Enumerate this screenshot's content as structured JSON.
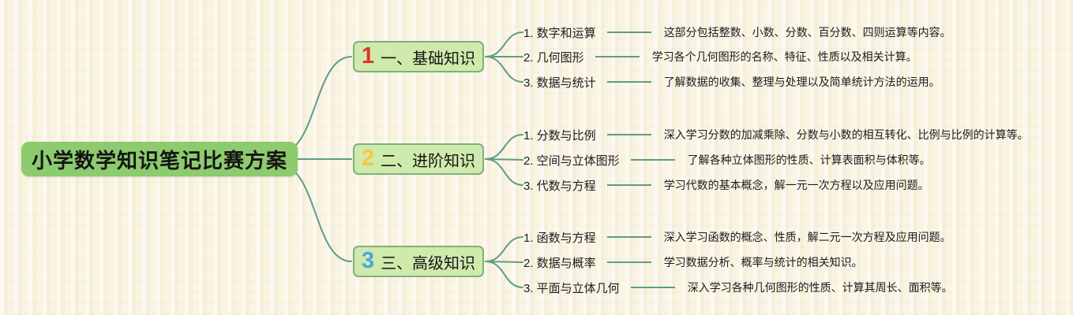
{
  "root": {
    "label": "小学数学知识笔记比赛方案"
  },
  "palette": {
    "background": "#faf4e3",
    "connector": "#5f9c86",
    "root_fill": "#8ccb6e",
    "branch_fill": "#cfeaad",
    "branch_border": "#7fb07b",
    "number_1": "#e0312e",
    "number_2": "#f7c73c",
    "number_3": "#45a7dd"
  },
  "branches": [
    {
      "number": "1",
      "title": "一、基础知识",
      "items": [
        {
          "label": "1. 数字和运算",
          "desc": "这部分包括整数、小数、分数、百分数、四则运算等内容。"
        },
        {
          "label": "2. 几何图形",
          "desc": "学习各个几何图形的名称、特征、性质以及相关计算。"
        },
        {
          "label": "3. 数据与统计",
          "desc": "了解数据的收集、整理与处理以及简单统计方法的运用。"
        }
      ]
    },
    {
      "number": "2",
      "title": "二、进阶知识",
      "items": [
        {
          "label": "1. 分数与比例",
          "desc": "深入学习分数的加减乘除、分数与小数的相互转化、比例与比例的计算等。"
        },
        {
          "label": "2. 空间与立体图形",
          "desc": "了解各种立体图形的性质、计算表面积与体积等。"
        },
        {
          "label": "3. 代数与方程",
          "desc": "学习代数的基本概念，解一元一次方程以及应用问题。"
        }
      ]
    },
    {
      "number": "3",
      "title": "三、高级知识",
      "items": [
        {
          "label": "1. 函数与方程",
          "desc": "深入学习函数的概念、性质，解二元一次方程及应用问题。"
        },
        {
          "label": "2. 数据与概率",
          "desc": "学习数据分析、概率与统计的相关知识。"
        },
        {
          "label": "3. 平面与立体几何",
          "desc": "深入学习各种几何图形的性质、计算其周长、面积等。"
        }
      ]
    }
  ]
}
